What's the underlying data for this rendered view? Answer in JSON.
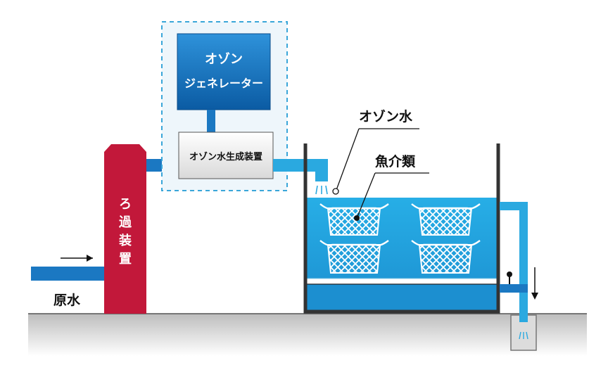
{
  "labels": {
    "ozone_generator_line1": "オゾン",
    "ozone_generator_line2": "ジェネレーター",
    "ozone_water_device": "オゾン水生成装置",
    "ozone_water": "オゾン水",
    "seafood": "魚介類",
    "filter_chars": [
      "ろ",
      "過",
      "装",
      "置"
    ],
    "raw_water": "原水"
  },
  "colors": {
    "pipe_blue": "#1b78c2",
    "light_pipe": "#2aa9e0",
    "water": "#1fa3de",
    "filter_red": "#c2183a",
    "generator_top": "#2d8fd8",
    "generator_bottom": "#0d5fa8",
    "ground": "#bfbfbf"
  },
  "icons": [
    "arrow-right-icon",
    "arrow-down-icon",
    "spray-icon",
    "net-basket-icon",
    "valve-icon"
  ]
}
